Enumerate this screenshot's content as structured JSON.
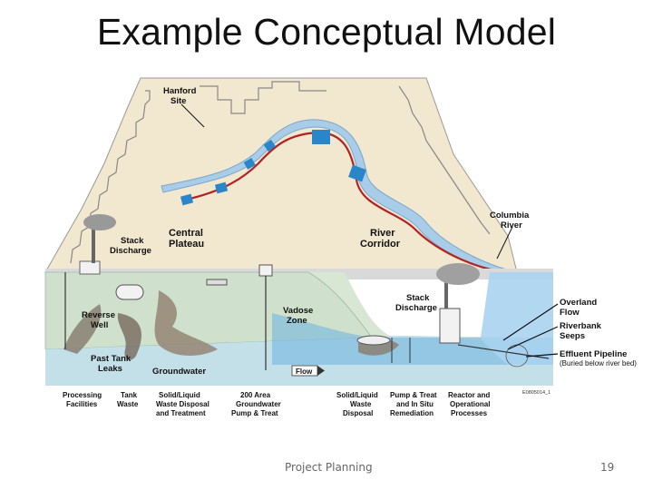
{
  "slide": {
    "title": "Example Conceptual Model",
    "footer": "Project Planning",
    "page_number": "19"
  },
  "diagram": {
    "labels": {
      "hanford_site": [
        "Hanford",
        "Site"
      ],
      "columbia_river": [
        "Columbia",
        "River"
      ],
      "stack_discharge_left": [
        "Stack",
        "Discharge"
      ],
      "central_plateau": [
        "Central",
        "Plateau"
      ],
      "river_corridor": [
        "River",
        "Corridor"
      ],
      "vadose_zone": [
        "Vadose",
        "Zone"
      ],
      "stack_discharge_right": [
        "Stack",
        "Discharge"
      ],
      "reverse_well": [
        "Reverse",
        "Well"
      ],
      "past_tank_leaks": [
        "Past Tank",
        "Leaks"
      ],
      "groundwater": "Groundwater",
      "flow": "Flow",
      "overland_flow": [
        "Overland",
        "Flow"
      ],
      "riverbank_seeps": [
        "Riverbank",
        "Seeps"
      ],
      "effluent_pipeline": "Effluent Pipeline",
      "buried_note": "(Buried below river bed)",
      "figure_code": "E0805014_1"
    },
    "bottom_labels": [
      [
        "Processing",
        "Facilities"
      ],
      [
        "Tank",
        "Waste"
      ],
      [
        "Solid/Liquid",
        "Waste Disposal",
        "and Treatment"
      ],
      [
        "200 Area",
        "Groundwater",
        "Pump & Treat"
      ],
      [
        "Solid/Liquid",
        "Waste",
        "Disposal"
      ],
      [
        "Pump & Treat",
        "and In Situ",
        "Remediation"
      ],
      [
        "Reactor and",
        "Operational",
        "Processes"
      ]
    ]
  }
}
